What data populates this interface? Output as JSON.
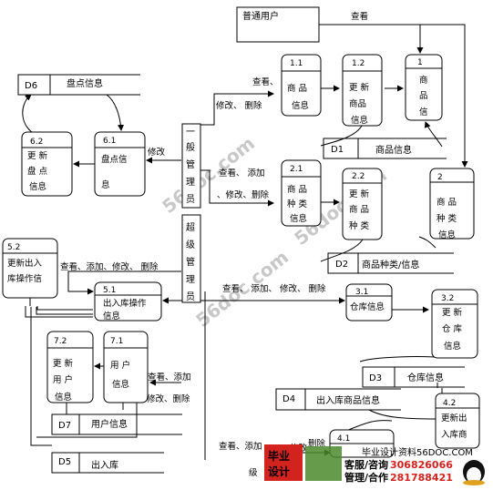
{
  "external_entity": {
    "label": "普通用户"
  },
  "admins": {
    "general": [
      "一",
      "般",
      "管",
      "理",
      "员"
    ],
    "super": [
      "超",
      "级",
      "管",
      "理",
      "员"
    ]
  },
  "processes": [
    {
      "id": "1.1",
      "lines": [
        "商 品",
        "信息"
      ]
    },
    {
      "id": "1.2",
      "lines": [
        "更 新",
        "商品",
        "信息"
      ]
    },
    {
      "id": "1",
      "lines": [
        "商",
        "品",
        "信"
      ]
    },
    {
      "id": "2.1",
      "lines": [
        "商 品",
        "种 类",
        "信息"
      ]
    },
    {
      "id": "2.2",
      "lines": [
        "更 新",
        "商 品",
        "种 类"
      ]
    },
    {
      "id": "2",
      "lines": [
        "商 品",
        "种 类",
        "信息"
      ]
    },
    {
      "id": "6.1",
      "lines": [
        "盘点信",
        "息"
      ]
    },
    {
      "id": "6.2",
      "lines": [
        "更 新",
        "盘 点",
        "信息"
      ]
    },
    {
      "id": "5.1",
      "lines": [
        "出入库操作",
        "信息"
      ]
    },
    {
      "id": "5.2",
      "lines": [
        "更新出入",
        "库操作信"
      ]
    },
    {
      "id": "3.1",
      "lines": [
        "仓库信息"
      ]
    },
    {
      "id": "3.2",
      "lines": [
        "更 新",
        "仓 库",
        "信息"
      ]
    },
    {
      "id": "7.1",
      "lines": [
        "用 户",
        "信息"
      ]
    },
    {
      "id": "7.2",
      "lines": [
        "更 新",
        "用 户",
        "信息"
      ]
    },
    {
      "id": "4.2",
      "lines": [
        "更新出",
        "入库商"
      ]
    },
    {
      "id": "4.1",
      "lines": []
    }
  ],
  "stores": [
    {
      "id": "D6",
      "label": "盘点信息"
    },
    {
      "id": "D1",
      "label": "商品信息"
    },
    {
      "id": "D2",
      "label": "商品种类/信息"
    },
    {
      "id": "D3",
      "label": "仓库信息"
    },
    {
      "id": "D4",
      "label": "出入库商品信息"
    },
    {
      "id": "D7",
      "label": "用户信息"
    },
    {
      "id": "D5",
      "label": "出入库"
    }
  ],
  "flows": {
    "view": "查看",
    "view_comma": "查看、",
    "modify_delete": "修改、 删除",
    "view_add": "查看、 添加",
    "modify_delete2": "、修改、删除",
    "modify": "修改",
    "view_add_mod_del": "查看、添加、修改、 删除",
    "view_add_mod_del2": "查看、 添加、 修改、 删除",
    "view_add2": "查看、添加",
    "modify_delete3": "修改、删除",
    "view_add_partial": "查看、添加",
    "mod_partial": "修改",
    "del_partial": "删除",
    "level": "级"
  },
  "watermarks": [
    "56doc.com",
    "56doc.com",
    "56doc.com"
  ],
  "brand": {
    "title": "毕业设计资料",
    "site": "56DOC.COM",
    "logo_top": "毕业",
    "logo_bottom": "设计",
    "service": "客服/咨询",
    "service_num": "306826066",
    "manage": "管理/合作",
    "manage_num": "281788421"
  }
}
